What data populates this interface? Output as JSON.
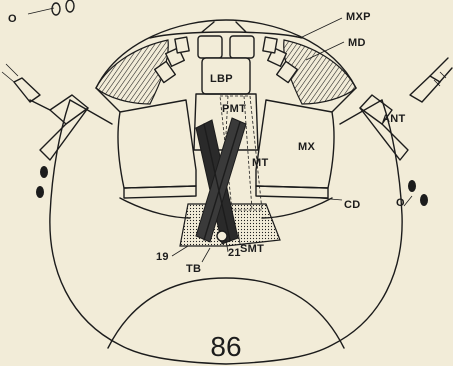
{
  "figure": {
    "number": "86",
    "labels": {
      "mxp": "MXP",
      "md": "MD",
      "lbp": "LBP",
      "pmt": "PMT",
      "ant": "ANT",
      "mt": "MT",
      "mx": "MX",
      "cd": "CD",
      "o_left": "O",
      "o_right": "O",
      "smt": "SMT",
      "n19": "19",
      "n21": "21",
      "tb": "TB"
    }
  },
  "colors": {
    "paper": "#f2ecd8",
    "ink": "#1c1c1c"
  }
}
